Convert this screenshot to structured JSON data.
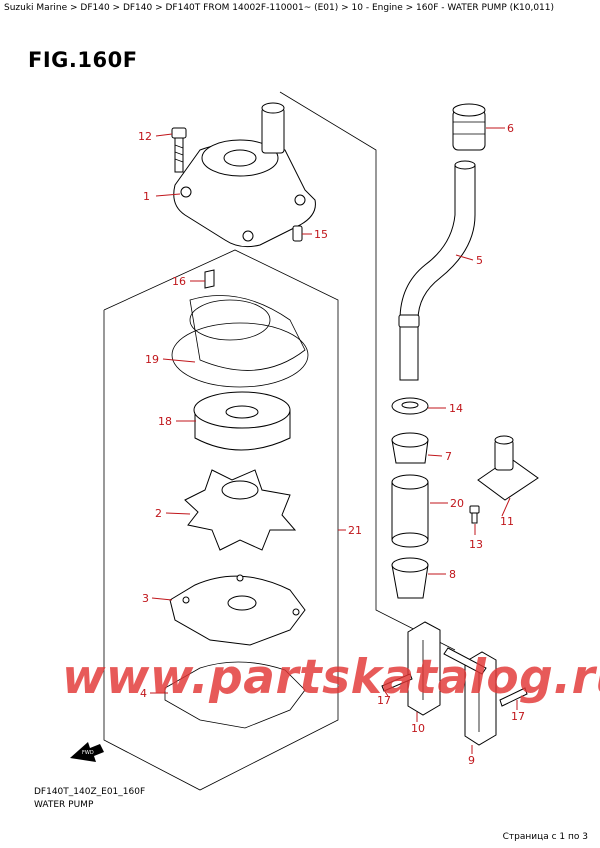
{
  "header": {
    "breadcrumb": "Suzuki Marine > DF140 > DF140 > DF140T FROM 14002F-110001~ (E01) > 10 - Engine > 160F - WATER PUMP (K10,011)",
    "fig_title": "FIG.160F"
  },
  "diagram": {
    "callouts": [
      "12",
      "1",
      "15",
      "6",
      "5",
      "16",
      "19",
      "18",
      "14",
      "7",
      "2",
      "20",
      "11",
      "21",
      "13",
      "3",
      "8",
      "4",
      "17",
      "10",
      "17",
      "9"
    ],
    "fwd_label": "FWD"
  },
  "watermark": "www.partskatalog.ru",
  "footer": {
    "code": "DF140T_140Z_E01_160F",
    "name": "WATER PUMP",
    "page": "Страница с 1 по 3"
  },
  "colors": {
    "callout": "#c0161b",
    "watermark": "#e23634"
  }
}
